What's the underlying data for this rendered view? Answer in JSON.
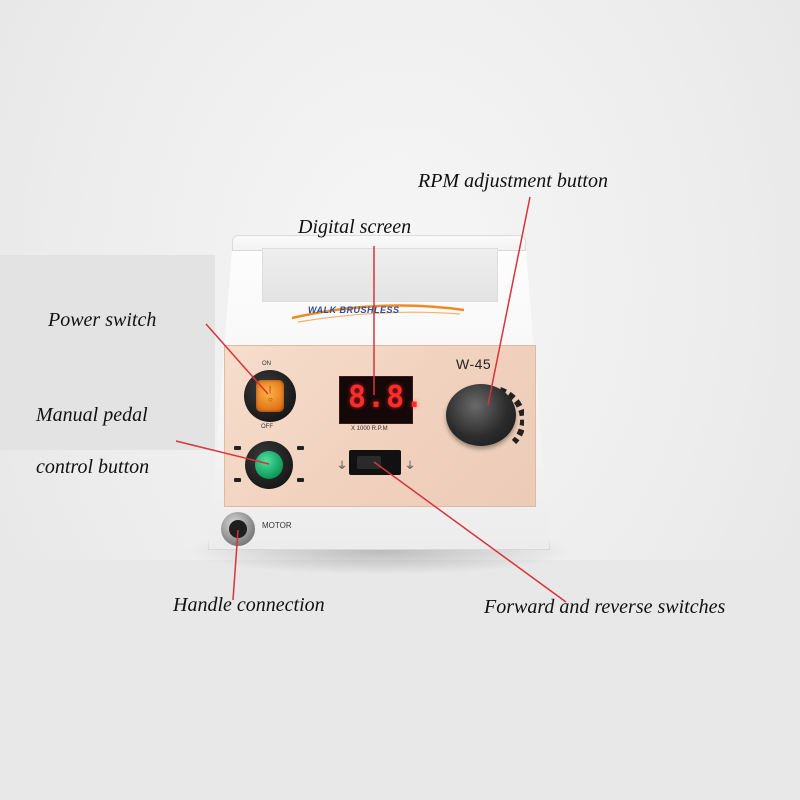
{
  "callouts": {
    "rpm_adjustment": "RPM adjustment button",
    "digital_screen": "Digital screen",
    "power_switch": "Power switch",
    "manual_pedal_line1": "Manual pedal",
    "manual_pedal_line2": "control button",
    "handle_connection": "Handle connection",
    "forward_reverse": "Forward and reverse switches"
  },
  "device": {
    "brand": "WALK BRUSHLESS",
    "model": "W-45",
    "power_on_label": "ON",
    "power_off_label": "OFF",
    "display_digits": "8.8.",
    "display_unit": "X 1000 R.P.M",
    "motor_label": "MOTOR"
  },
  "colors": {
    "callout_line": "#d8333a",
    "panel": "#f1d2bf",
    "power_rocker": "#f08a22",
    "pedal_button": "#14b06a",
    "display_digits": "#ff2c2c"
  },
  "icons": {
    "forward_switch_left": "direction-symbol-icon",
    "forward_switch_right": "direction-symbol-icon",
    "pedal_symbols": "pedal-mode-icon"
  }
}
